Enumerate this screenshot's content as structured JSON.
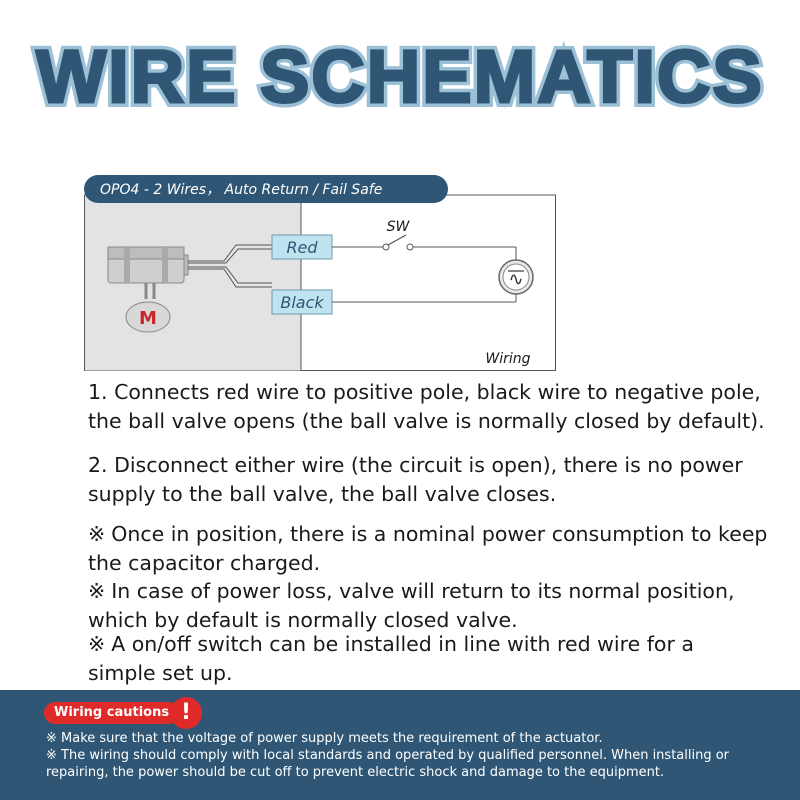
{
  "title": "WIRE SCHEMATICS",
  "diagram": {
    "header": "OPO4 - 2 Wires， Auto Return / Fail Safe",
    "motor_label": "M",
    "wire_red": "Red",
    "wire_black": "Black",
    "switch_label": "SW",
    "source_symbol": "∿",
    "caption": "Wiring",
    "colors": {
      "header": "#2f5775",
      "panel": "#e3e3e3",
      "wire_box": "#bfe3ef",
      "motor": "#c8262a"
    }
  },
  "body": {
    "p1": "1. Connects red wire to positive pole, black wire to negative pole, the ball valve opens (the ball valve is normally closed by default).",
    "p2": "2. Disconnect either wire (the circuit is open), there is no power supply to the ball valve, the ball valve closes.",
    "notes": [
      {
        "mark": "※",
        "text": "Once in position, there is a nominal power consumption to keep the capacitor charged."
      },
      {
        "mark": "※",
        "text": "In case of power loss, valve will return to its normal position, which by default is normally closed valve."
      },
      {
        "mark": "※",
        "text": "A on/off switch can be installed in line with red wire for a simple set up."
      }
    ]
  },
  "cautions": {
    "label": "Wiring cautions",
    "icon": "!",
    "lines": [
      "※ Make sure that the voltage of power supply meets the requirement of the actuator.",
      "※ The wiring should comply with local standards and operated by qualified personnel. When installing or repairing, the power should be cut off to prevent electric shock and damage to the equipment."
    ]
  }
}
